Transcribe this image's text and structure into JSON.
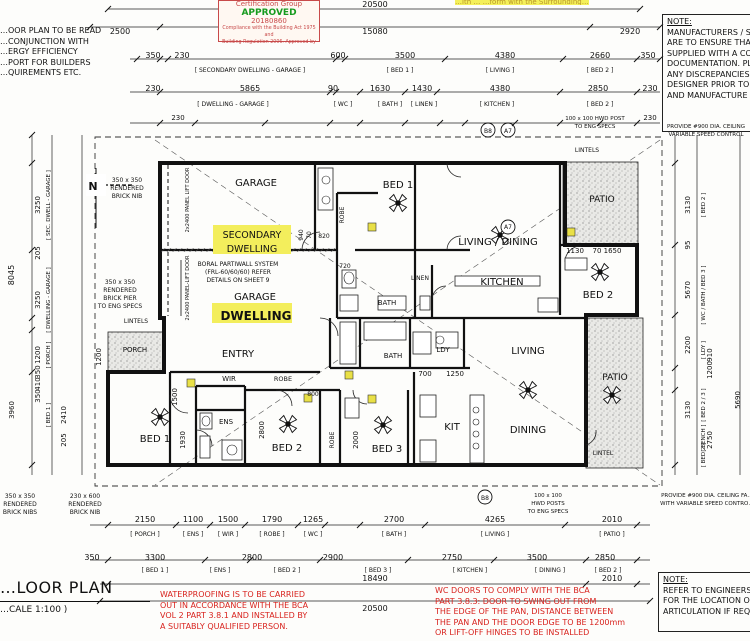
{
  "stamp": {
    "company": "Certification Group",
    "status": "APPROVED",
    "number": "20180860",
    "body1": "Compliance with the Building Act 1975 and",
    "body2": "Building Regulation 2006. Approved by"
  },
  "top_note": "…ith … …form with the Surrounding…",
  "notes_left": [
    "…OOR PLAN TO BE READ",
    "…CONJUNCTION WITH",
    "…ERGY EFFICIENCY",
    "…PORT FOR BUILDERS",
    "…QUIREMENTS ETC."
  ],
  "notes_right_title": "NOTE:",
  "notes_right": [
    "MANUFACTURERS / SUB…",
    "ARE TO ENSURE THAT…",
    "SUPPLIED WITH A CON…",
    "DOCUMENTATION. PLEA…",
    "ANY DISCREPANCIES WI…",
    "DESIGNER PRIOR TO THE…",
    "AND MANUFACTURE OF A…"
  ],
  "notes_bottom_right_title": "NOTE:",
  "notes_bottom_right": [
    "REFER TO ENGINEERS B…",
    "FOR THE LOCATION OF B…",
    "ARTICULATION IF REQUI…"
  ],
  "title": "…LOOR PLAN",
  "scale": "…CALE 1:100 )",
  "waterproofing_note": [
    "WATERPROOFING IS TO BE CARRIED",
    "OUT IN ACCORDANCE WITH THE BCA",
    "VOL 2 PART 3.8.1 AND INSTALLED BY",
    "A SUITABLY QUALIFIED PERSON."
  ],
  "wc_note": [
    "WC DOORS TO COMPLY WITH THE BCA",
    "PART 3.8.3: DOOR TO SWING OUT FROM",
    "THE EDGE OF THE PAN, DISTANCE BETWEEN",
    "THE PAN AND THE DOOR EDGE TO BE 1200mm",
    "OR LIFT-OFF HINGES TO BE INSTALLED"
  ],
  "rooms": {
    "garage_secondary": "GARAGE",
    "secondary_dwelling": [
      "SECONDARY",
      "DWELLING"
    ],
    "garage": "GARAGE",
    "dwelling": "DWELLING",
    "bed1_top": "BED 1",
    "living_dining": "LIVING / DINING",
    "patio_top": "PATIO",
    "kitchen": "KITCHEN",
    "bed2_right": "BED 2",
    "entry": "ENTRY",
    "porch": "PORCH",
    "wir": "WIR",
    "ens": "ENS",
    "robe_mid": "ROBE",
    "bed1": "BED 1",
    "bed2": "BED 2",
    "bed3": "BED 3",
    "kit": "KIT",
    "living": "LIVING",
    "dining": "DINING",
    "patio_right": "PATIO",
    "bath_top": "BATH",
    "linen_top": "LINEN",
    "bath_mid": "BATH",
    "ldy": "LDY",
    "robe_top": "ROBE",
    "robe_bed3": "ROBE"
  },
  "callouts": {
    "north": "N",
    "nib_tl": [
      "350 x 350",
      "RENDERED",
      "BRICK NIB"
    ],
    "pier": [
      "350 x 350",
      "RENDERED",
      "BRICK PIER",
      "TO ENG SPECS"
    ],
    "nib_bl": [
      "350 x 350",
      "RENDERED",
      "BRICK NIBS"
    ],
    "nib_bl2": [
      "230 x 600",
      "RENDERED",
      "BRICK NIB"
    ],
    "partition": [
      "BORAL PARTIWALL SYSTEM",
      "(FRL-60/60/60) REFER",
      "DETAILS ON SHEET 9"
    ],
    "post_top": [
      "100 x 100 HWD POST",
      "TO ENG SPECS"
    ],
    "post_bot": [
      "100 x 100",
      "HWD POSTS",
      "TO ENG SPECS"
    ],
    "fan_top": [
      "PROVIDE #900 DIA. CEILING",
      "VARIABLE SPEED CONTROL"
    ],
    "fan_bot": [
      "PROVIDE #900 DIA. CEILING FA…",
      "WITH VARIABLE SPEED CONTRO…"
    ],
    "lintels": "LINTELS",
    "lintels2": "LINTELS",
    "lintel3": "LINTEL",
    "door1": "2x2400 PANEL LIFT DOOR",
    "door2": "2x2400 PANEL-LIFT DOOR",
    "sec_a": "A7",
    "sec_b": "B8",
    "dim_kitchen": "1130",
    "dim_kitchen2": "70 1650",
    "dim_bath": "720",
    "dim_700": "700",
    "dim_1250": "1250",
    "dim_800": "800",
    "dim_940": "940",
    "dim_70": "70",
    "dim_820": "820",
    "dim_2000": "2000",
    "dim_2800": "2800",
    "dim_1930": "1930",
    "dim_1500": "1500",
    "dim_1200": "1200"
  },
  "dims_top": {
    "overall": "20500",
    "row1": [
      "2500",
      "15080",
      "2920"
    ],
    "row2": [
      "350",
      "230",
      "600",
      "3500",
      "4380",
      "2660",
      "350"
    ],
    "row2_labels": [
      "[ SECONDARY DWELLING - GARAGE ]",
      "[ BED 1 ]",
      "[ LIVING ]",
      "[ BED 2 ]"
    ],
    "row3": [
      "230",
      "5865",
      "90",
      "1630",
      "1430",
      "4380",
      "2850",
      "230"
    ],
    "row3_labels": [
      "[ DWELLING - GARAGE ]",
      "[ WC ]",
      "[ BATH ]",
      "[ LINEN ]",
      "[ KITCHEN ]",
      "[ BED 2 ]"
    ]
  },
  "dims_bottom": {
    "row1": [
      "2150",
      "1100",
      "1500",
      "1790",
      "1265",
      "2700",
      "4265",
      "2010"
    ],
    "row1_labels": [
      "[ PORCH ]",
      "[ ENS ]",
      "[ WIR ]",
      "[ ROBE ]",
      "[ WC ]",
      "[ BATH ]",
      "[ LIVING ]",
      "[ PATIO ]"
    ],
    "row2": [
      "350",
      "3300",
      "2800",
      "2900",
      "2750",
      "3500",
      "2850"
    ],
    "row2_labels": [
      "[ BED 1 ]",
      "[ ENS ]",
      "[ BED 2 ]",
      "[ BED 3 ]",
      "[ KITCHEN ]",
      "[ DINING ]",
      "[ BED 2 ]"
    ],
    "row3": [
      "18490",
      "2010"
    ],
    "overall": "20500"
  },
  "dims_left": {
    "total": "8045",
    "segments": [
      "3250",
      "205",
      "3250",
      "1200",
      "350",
      "410",
      "350",
      "2410",
      "205",
      "3960"
    ],
    "labels": [
      "[ SEC. DWELL - GARAGE ]",
      "[ DWELLING - GARAGE ]",
      "[ PORCH ]",
      "[ BED 1 ]"
    ]
  },
  "dims_right": {
    "segments": [
      "3130",
      "95",
      "5670",
      "2200",
      "910",
      "1200",
      "3130",
      "2750",
      "5690"
    ],
    "labels": [
      "[ BED 2 ]",
      "[ WC / BATH / BED 3 ]",
      "[ LDY ]",
      "[ BED 2 / 3 ]",
      "[ BENCH ]",
      "[ BED 2 ]"
    ]
  }
}
